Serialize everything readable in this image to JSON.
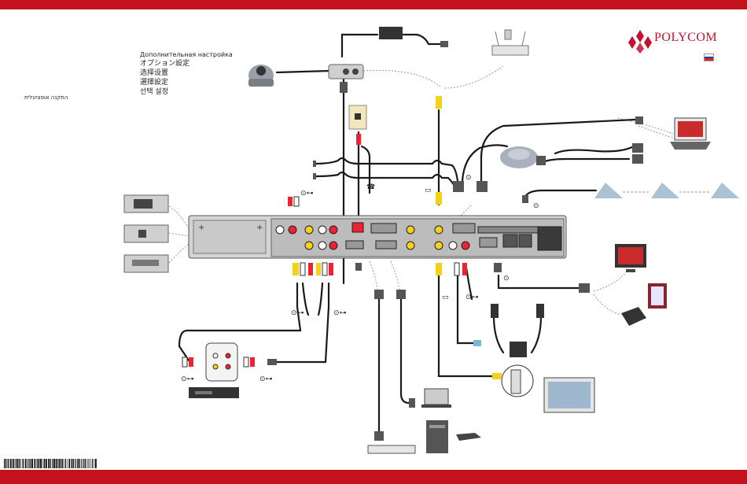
{
  "header": {
    "languages": [
      "Дополнительная настройка",
      "オプション設定",
      "选择设置",
      "選擇設定",
      "선택 설정"
    ],
    "hebrew": "התקנה אופציונלית"
  },
  "brand": {
    "name": "POLYCOM",
    "color": "#c8102e",
    "flag_colors": [
      "#ffffff",
      "#1c3f94",
      "#d52b1e"
    ]
  },
  "colors": {
    "bar": "#c5111d",
    "cable": "#1a1a1a",
    "dotted": "#9a9a9a",
    "device": "#d9d9d9",
    "rca_red": "#d6202a",
    "rca_yellow": "#f2d21b",
    "rca_white": "#ffffff"
  },
  "icons": [
    "camera-icon",
    "power-supply-icon",
    "wireless-access-point-icon",
    "polycom-logo-icon",
    "phone-jack-icon",
    "laptop-icon",
    "mic-pod-icon",
    "expansion-mic-icon",
    "module-icon",
    "codec-unit-icon",
    "vcr-icon",
    "monitor-icon",
    "projector-icon",
    "speaker-icon",
    "subwoofer-icon",
    "tv-icon",
    "network-switch-icon",
    "server-icon",
    "mouse-icon",
    "rca-plug-icon",
    "audio-symbol-icon",
    "video-symbol-icon",
    "phone-symbol-icon"
  ]
}
